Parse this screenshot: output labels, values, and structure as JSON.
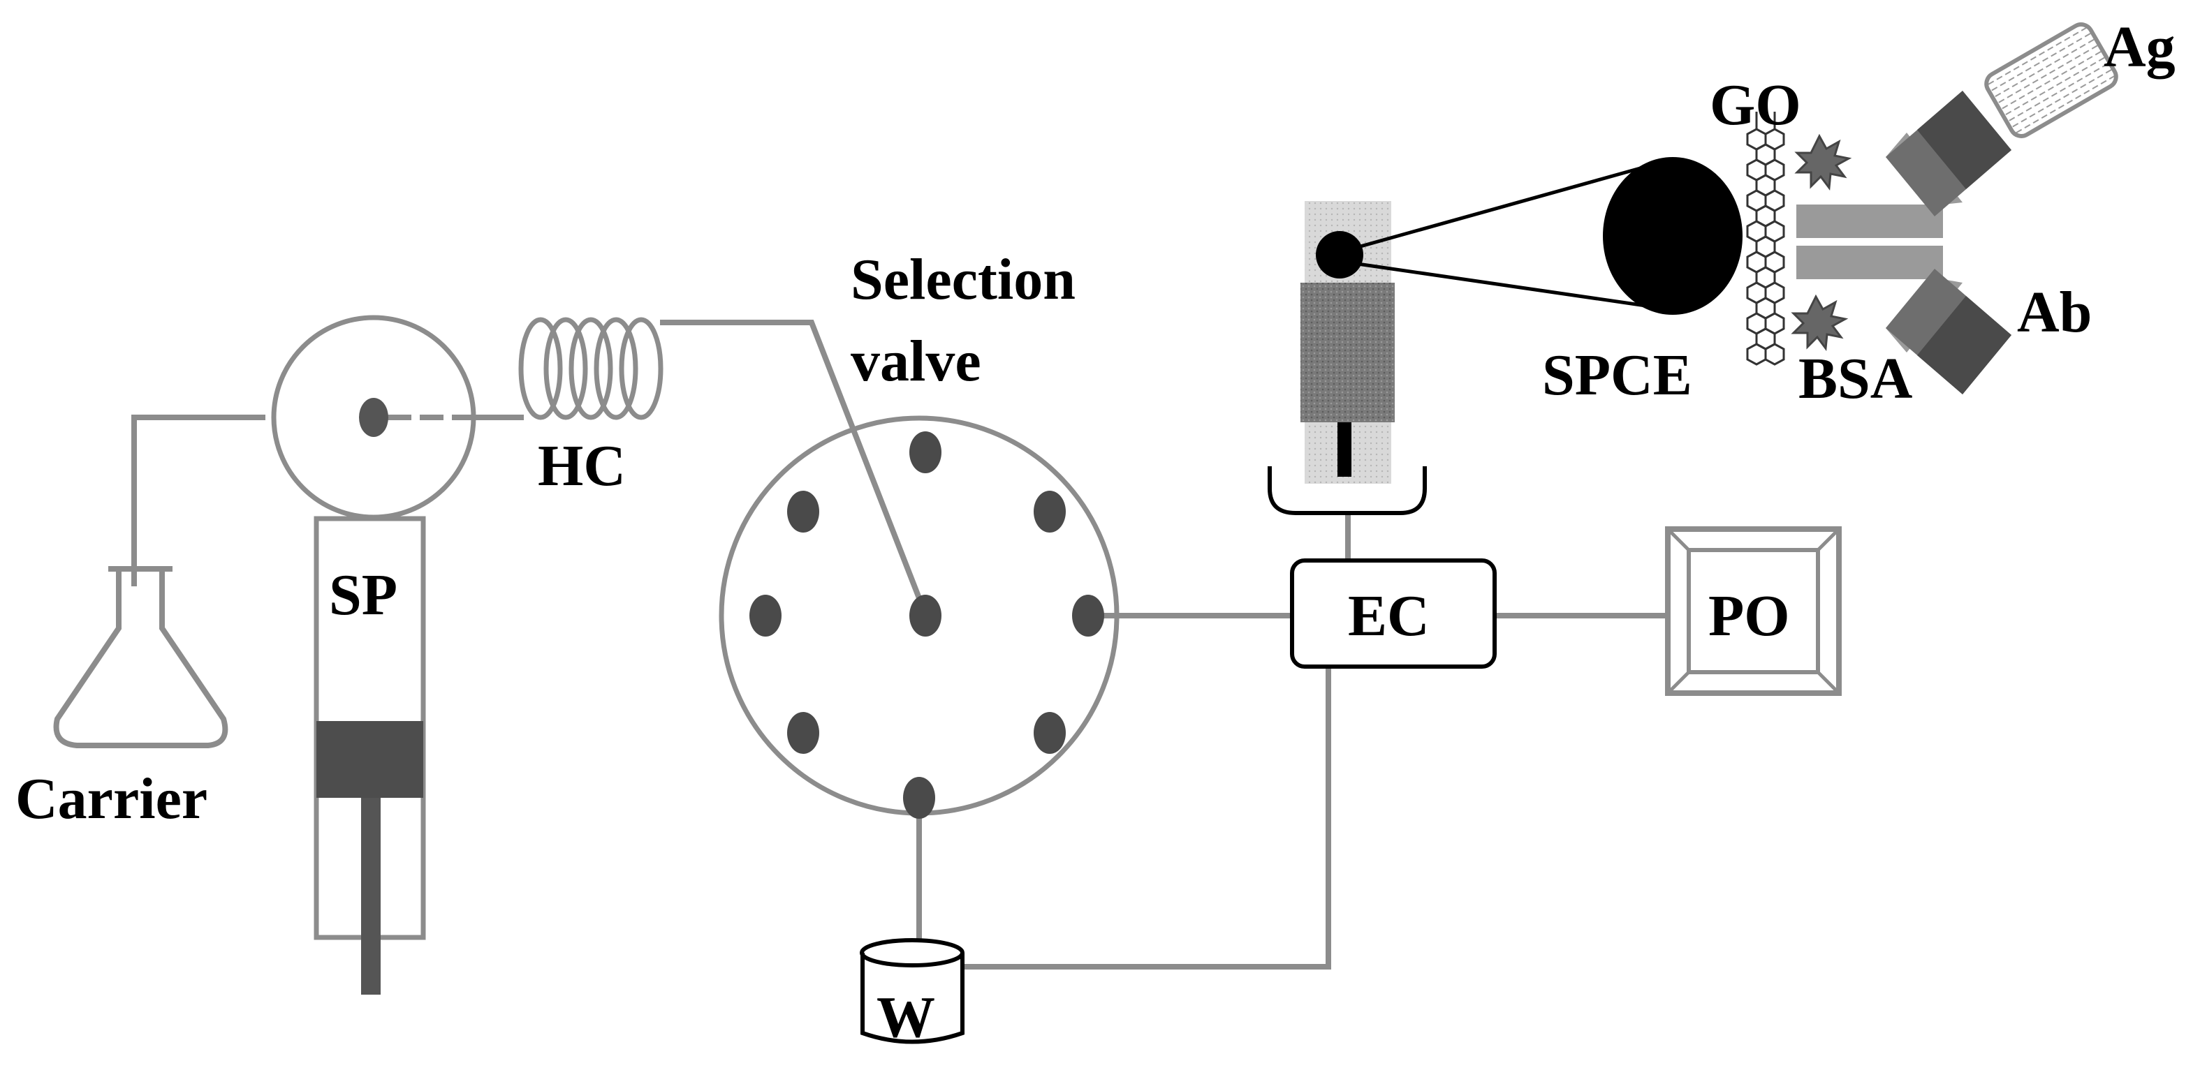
{
  "labels": {
    "carrier": "Carrier",
    "syringe_pump": "SP",
    "holding_coil": "HC",
    "selection_valve_line1": "Selection",
    "selection_valve_line2": "valve",
    "electrochemical_cell": "EC",
    "potentiostat": "PO",
    "waste": "W",
    "electrode": "SPCE",
    "graphene_oxide": "GO",
    "bsa": "BSA",
    "antibody": "Ab",
    "antigen": "Ag"
  },
  "colors": {
    "tube_line": "#8c8c8c",
    "outline": "#000000",
    "port": "#4a4a4a",
    "valve_port_count": 8
  }
}
